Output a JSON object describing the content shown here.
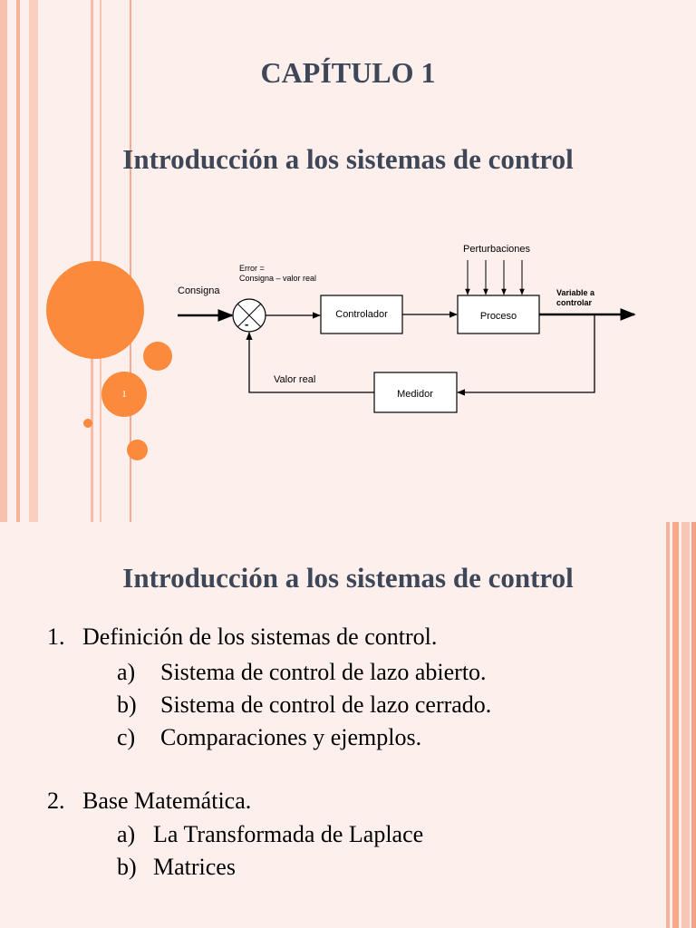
{
  "slide1": {
    "chapter_title": "CAPÍTULO 1",
    "subtitle": "Introducción a los sistemas de control",
    "page_number": "1",
    "diagram": {
      "perturbaciones": "Perturbaciones",
      "error_line1": "Error =",
      "error_line2": "Consigna – valor real",
      "consigna": "Consigna",
      "minus_sign": "-",
      "controlador": "Controlador",
      "proceso": "Proceso",
      "variable_line1": "Variable a",
      "variable_line2": "controlar",
      "valor_real": "Valor real",
      "medidor": "Medidor"
    }
  },
  "slide2": {
    "title": "Introducción a los sistemas de control",
    "items": [
      {
        "marker": "1.",
        "text": "Definición de los sistemas de control."
      },
      {
        "marker": "a)",
        "text": "Sistema de control de lazo abierto."
      },
      {
        "marker": "b)",
        "text": "Sistema de control de lazo cerrado."
      },
      {
        "marker": "c)",
        "text": "Comparaciones y ejemplos."
      },
      {
        "marker": "2.",
        "text": "Base Matemática."
      },
      {
        "marker": "a)",
        "text": "La Transformada de  Laplace"
      },
      {
        "marker": "b)",
        "text": "Matrices"
      }
    ]
  },
  "colors": {
    "accent": "#fb8a3c",
    "background": "#fdf0ec",
    "title": "#3d4758",
    "stripe": "#f9b8a3"
  }
}
